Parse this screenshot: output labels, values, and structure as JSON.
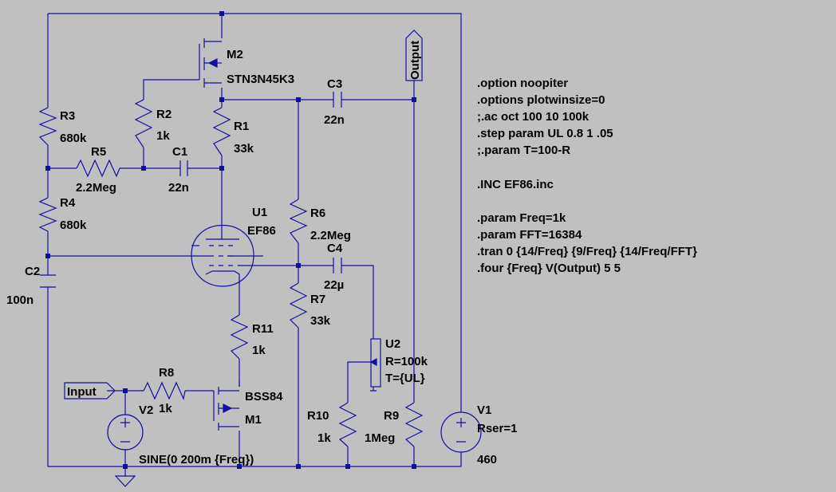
{
  "colors": {
    "background": "#c0c0c0",
    "wire": "#1010a0",
    "text": "#000000"
  },
  "components": {
    "M2": {
      "name": "M2",
      "value": "STN3N45K3"
    },
    "M1": {
      "name": "M1",
      "value": "BSS84"
    },
    "R1": {
      "name": "R1",
      "value": "33k"
    },
    "R2": {
      "name": "R2",
      "value": "1k"
    },
    "R3": {
      "name": "R3",
      "value": "680k"
    },
    "R4": {
      "name": "R4",
      "value": "680k"
    },
    "R5": {
      "name": "R5",
      "value": "2.2Meg"
    },
    "R6": {
      "name": "R6",
      "value": "2.2Meg"
    },
    "R7": {
      "name": "R7",
      "value": "33k"
    },
    "R8": {
      "name": "R8",
      "value": "1k"
    },
    "R9": {
      "name": "R9",
      "value": "1Meg"
    },
    "R10": {
      "name": "R10",
      "value": "1k"
    },
    "R11": {
      "name": "R11",
      "value": "1k"
    },
    "C1": {
      "name": "C1",
      "value": "22n"
    },
    "C2": {
      "name": "C2",
      "value": "100n"
    },
    "C3": {
      "name": "C3",
      "value": "22n"
    },
    "C4": {
      "name": "C4",
      "value": "22µ"
    },
    "U1": {
      "name": "U1",
      "value": "EF86"
    },
    "U2": {
      "name": "U2",
      "value_r": "R=100k",
      "value_t": "T={UL}"
    },
    "V1": {
      "name": "V1",
      "value_rser": "Rser=1",
      "value": "460"
    },
    "V2": {
      "name": "V2",
      "value": "SINE(0 200m {Freq})"
    }
  },
  "net_labels": {
    "output": "Output",
    "input": "Input"
  },
  "directives": [
    ".option noopiter",
    ".options plotwinsize=0",
    ";.ac oct 100 10 100k",
    ".step param UL 0.8 1 .05",
    ";.param T=100-R",
    "",
    ".INC EF86.inc",
    "",
    ".param Freq=1k",
    ".param FFT=16384",
    ".tran 0 {14/Freq} {9/Freq} {14/Freq/FFT}",
    ".four {Freq} V(Output) 5 5"
  ]
}
